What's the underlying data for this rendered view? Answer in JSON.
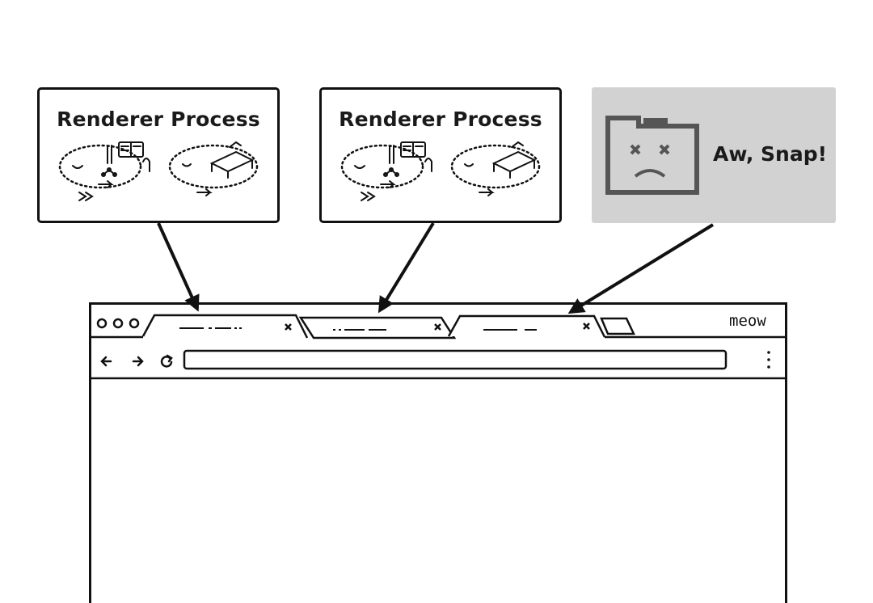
{
  "renderer_boxes": [
    {
      "title": "Renderer Process"
    },
    {
      "title": "Renderer Process"
    }
  ],
  "crash_box": {
    "text": "Aw, Snap!",
    "icon": "sad-folder-icon"
  },
  "browser": {
    "profile_name": "meow",
    "tab_count": 3,
    "icons": [
      "back-arrow-icon",
      "forward-arrow-icon",
      "reload-icon",
      "menu-dots-icon",
      "close-icon"
    ]
  }
}
